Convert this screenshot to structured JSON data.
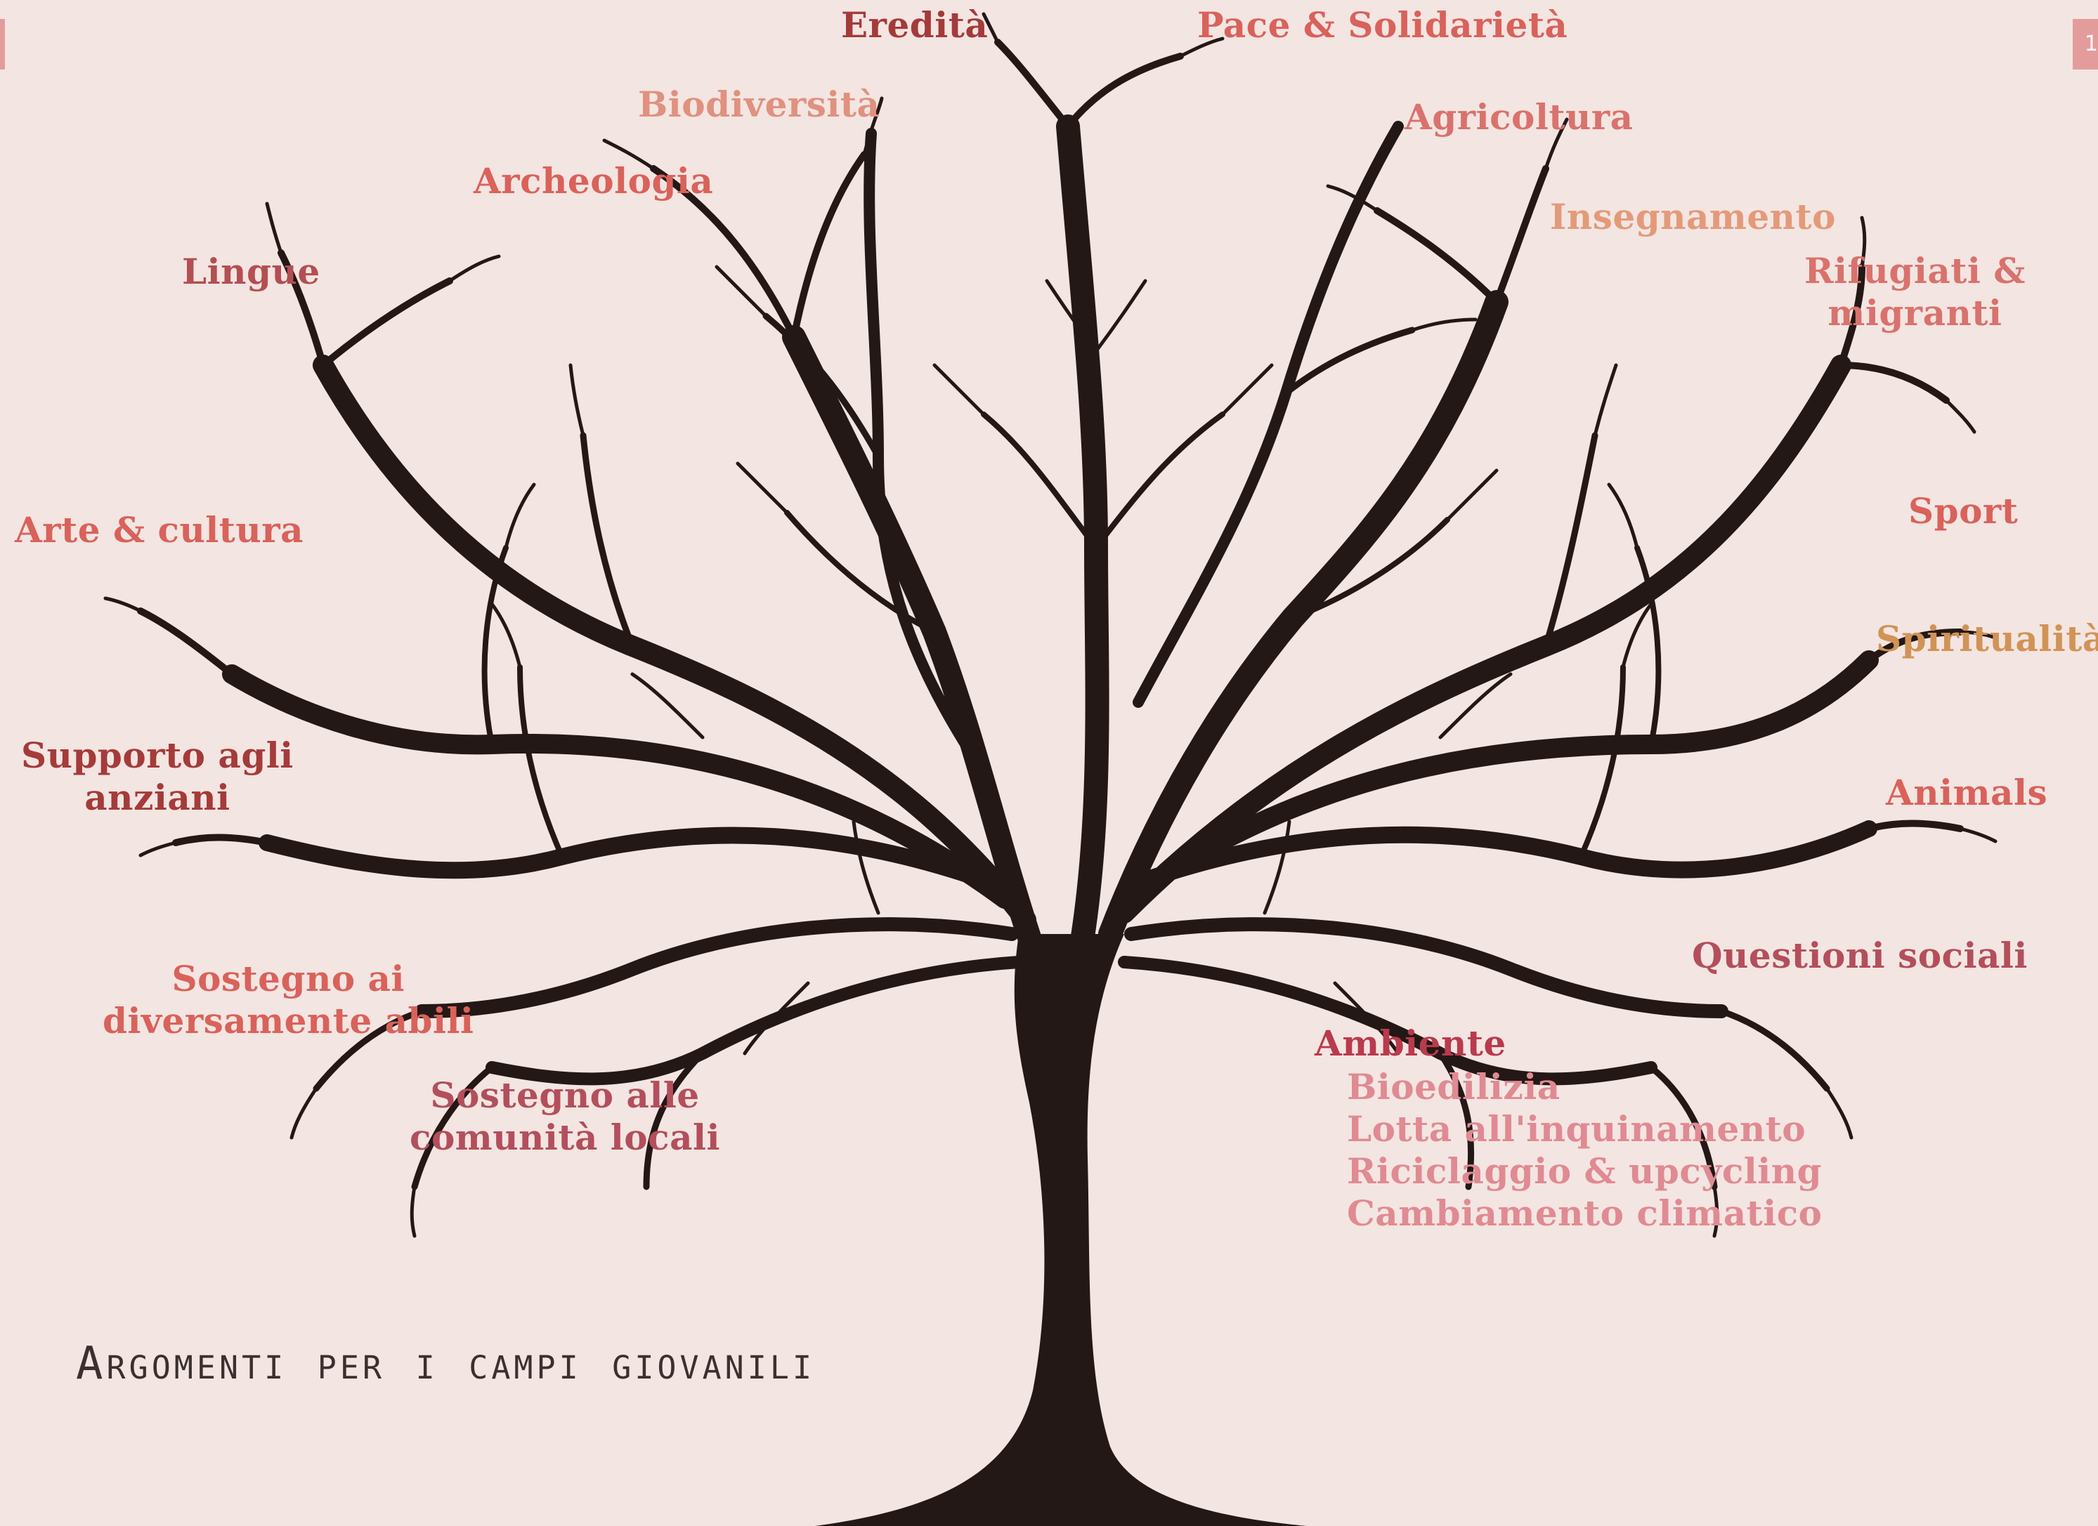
{
  "title": "Argomenti per i campi giovanili",
  "page_indicator": "1",
  "colors": {
    "background": "#f3e5e1",
    "tree": "#241816",
    "title": "#3b2f2f",
    "edge_tab": "#e39c9c"
  },
  "labels": {
    "eredita": "Eredità",
    "pace": "Pace & Solidarietà",
    "biodiversita": "Biodiversità",
    "agricoltura": "Agricoltura",
    "archeologia": "Archeologia",
    "insegnamento": "Insegnamento",
    "lingue": "Lingue",
    "rifugiati_1": "Rifugiati &",
    "rifugiati_2": "migranti",
    "arte": "Arte & cultura",
    "sport": "Sport",
    "spiritualita": "Spiritualità",
    "supporto_1": "Supporto agli",
    "supporto_2": "anziani",
    "animals": "Animals",
    "questioni": "Questioni sociali",
    "sostegno_abili_1": "Sostegno ai",
    "sostegno_abili_2": "diversamente abili",
    "ambiente": "Ambiente",
    "sostegno_com_1": "Sostegno alle",
    "sostegno_com_2": "comunità locali"
  },
  "ambiente_subtopics": [
    "Bioedilizia",
    "Lotta all'inquinamento",
    "Riciclaggio & upcycling",
    "Cambiamento climatico"
  ]
}
